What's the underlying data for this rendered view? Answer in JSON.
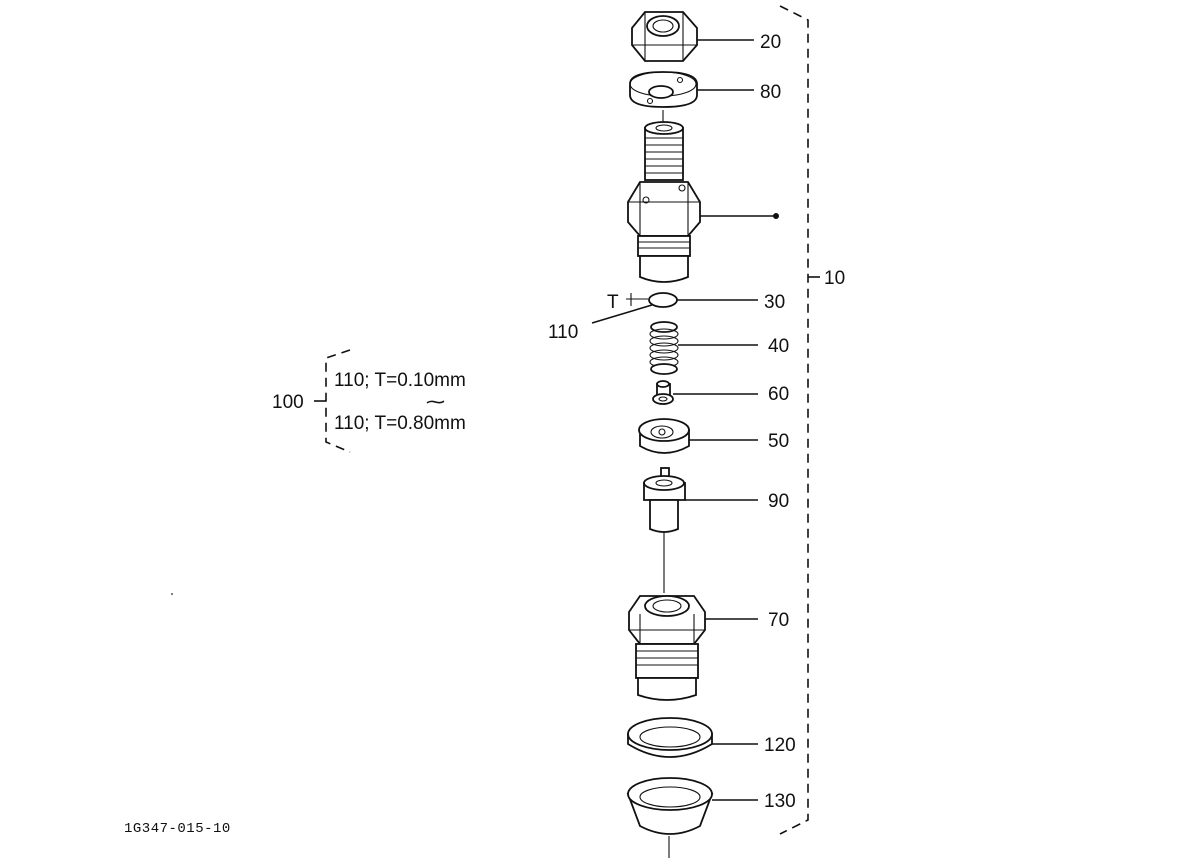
{
  "callouts": {
    "c20": "20",
    "c80": "80",
    "c10": "10",
    "c30": "30",
    "c110": "110",
    "cT": "T",
    "c40": "40",
    "c60": "60",
    "c50": "50",
    "c90": "90",
    "c70": "70",
    "c120": "120",
    "c130": "130",
    "c100": "100"
  },
  "shim_table": {
    "row1": "110; T=0.10mm",
    "range_mark": "⁓",
    "row2": "110; T=0.80mm"
  },
  "drawing_code": "1G347-015-10"
}
